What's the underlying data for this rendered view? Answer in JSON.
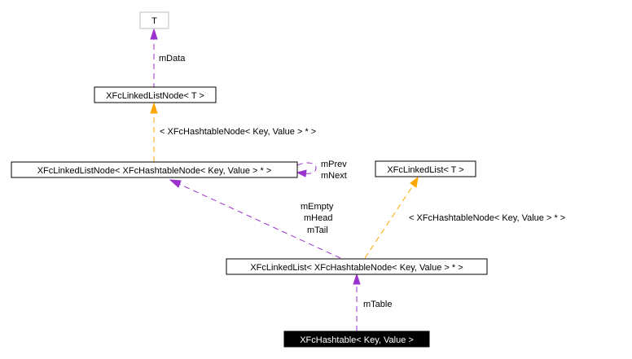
{
  "diagram": {
    "colors": {
      "member_edge": "#9a32cd",
      "template_edge": "#ffa500",
      "focus_fill": "#000000",
      "focus_text": "#ffffff",
      "template_border": "#bfbfbf"
    },
    "nodes": {
      "template_param": "T",
      "linked_list_node_template": "XFcLinkedListNode< T >",
      "linked_list_node_hashtable": "XFcLinkedListNode< XFcHashtableNode< Key, Value > * >",
      "linked_list_template": "XFcLinkedList< T >",
      "linked_list_hashtable": "XFcLinkedList< XFcHashtableNode< Key, Value > * >",
      "hashtable": "XFcHashtable< Key, Value >"
    },
    "edges": {
      "mdata": "mData",
      "node_instantiation": "< XFcHashtableNode< Key, Value > * >",
      "mprev": "mPrev",
      "mnext": "mNext",
      "mempty": "mEmpty",
      "mhead": "mHead",
      "mtail": "mTail",
      "list_instantiation": "< XFcHashtableNode< Key, Value > * >",
      "mtable": "mTable"
    }
  }
}
